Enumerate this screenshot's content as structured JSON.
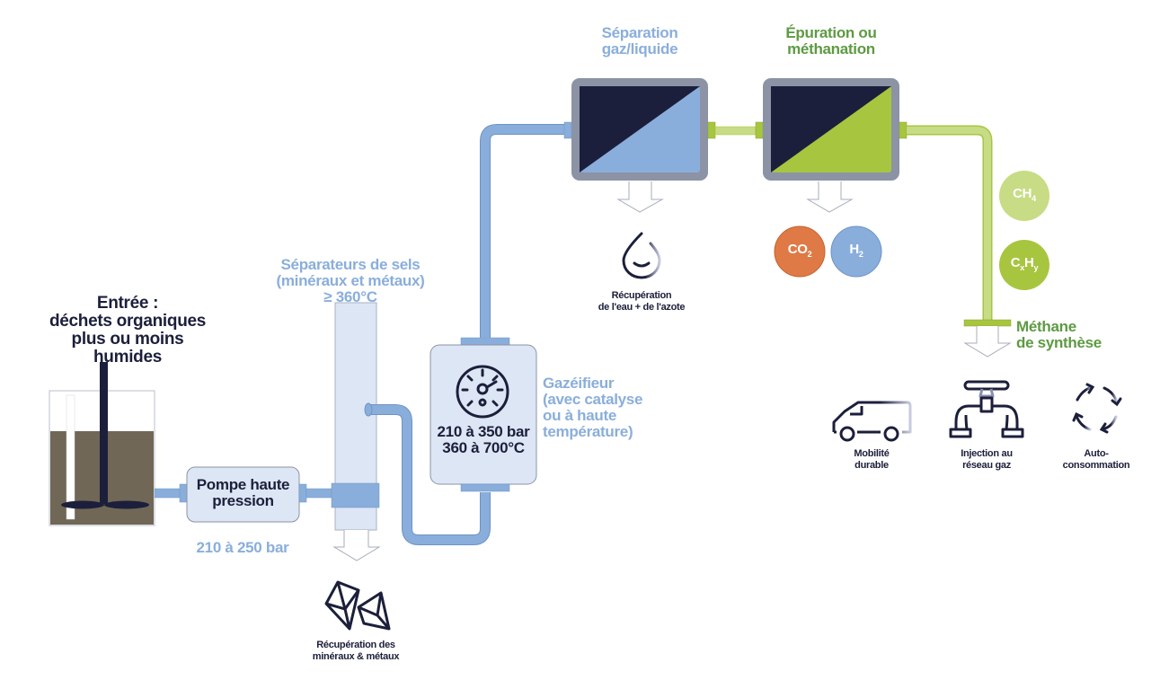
{
  "colors": {
    "navy": "#1c1f3b",
    "blue": "#8aaedb",
    "light_blue_fill": "#dde6f5",
    "green": "#a8c540",
    "light_green": "#c7dc85",
    "dark_green_text": "#5e9a42",
    "grey_frame": "#8b93a5",
    "mud": "#706756",
    "orange": "#df7a46"
  },
  "input": {
    "title_line1": "Entrée :",
    "title_line2": "déchets organiques",
    "title_line3": "plus ou moins humides"
  },
  "pump": {
    "label_line1": "Pompe haute",
    "label_line2": "pression",
    "pressure": "210 à 250 bar"
  },
  "salt_separator": {
    "title_line1": "Séparateurs de sels",
    "title_line2": "(minéraux et métaux)",
    "title_line3": "≥ 360°C",
    "output_line1": "Récupération des",
    "output_line2": "minéraux & métaux",
    "output_icon": "crystals-icon"
  },
  "gasifier": {
    "pressure": "210 à 350 bar",
    "temperature": "360 à 700°C",
    "title_line1": "Gazéifieur",
    "title_line2": "(avec catalyse",
    "title_line3": "ou à haute",
    "title_line4": "température)",
    "icon": "pressure-gauge-icon"
  },
  "gas_liquid_separation": {
    "title_line1": "Séparation",
    "title_line2": "gaz/liquide",
    "output_line1": "Récupération",
    "output_line2": "de l'eau + de l'azote",
    "output_icon": "water-drop-icon"
  },
  "purification": {
    "title_line1": "Épuration ou",
    "title_line2": "méthanation",
    "byproducts": [
      {
        "base": "CO",
        "sub": "2",
        "color": "#df7a46"
      },
      {
        "base": "H",
        "sub": "2",
        "color": "#8aaedb"
      }
    ]
  },
  "products": {
    "molecules": [
      {
        "text": "CH",
        "sub": "4",
        "color": "#c7dc85"
      },
      {
        "text": "C",
        "sub_x": "x",
        "text2": "H",
        "sub_y": "y",
        "color": "#a8c540"
      }
    ],
    "title_line1": "Méthane",
    "title_line2": "de synthèse"
  },
  "uses": [
    {
      "icon": "van-icon",
      "line1": "Mobilité",
      "line2": "durable"
    },
    {
      "icon": "gas-valve-icon",
      "line1": "Injection au",
      "line2": "réseau gaz"
    },
    {
      "icon": "cycle-arrows-icon",
      "line1": "Auto-",
      "line2": "consommation"
    }
  ]
}
